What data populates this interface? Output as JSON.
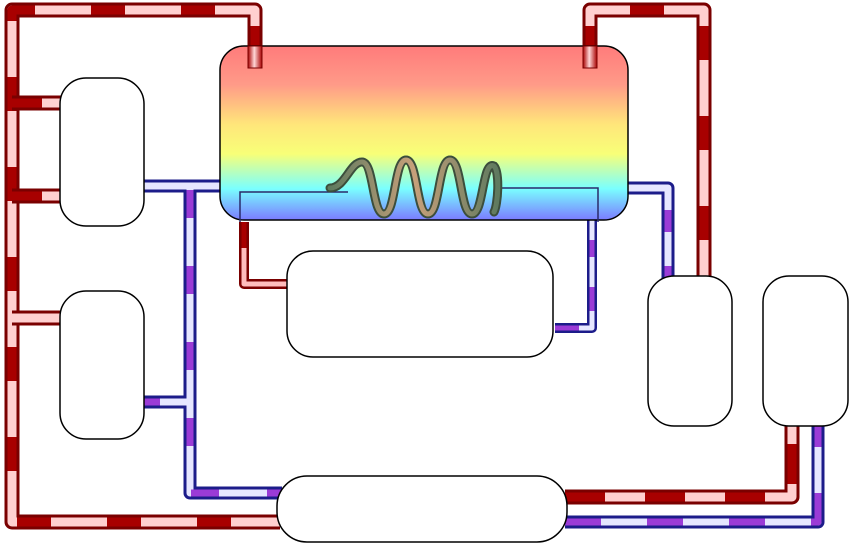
{
  "diagram": {
    "boxes": [
      {
        "id": "box-left-upper",
        "label": ""
      },
      {
        "id": "box-left-lower",
        "label": ""
      },
      {
        "id": "box-center",
        "label": ""
      },
      {
        "id": "box-right-a",
        "label": ""
      },
      {
        "id": "box-right-b",
        "label": ""
      },
      {
        "id": "box-bottom",
        "label": ""
      }
    ],
    "tank": {
      "label": "",
      "gradient": [
        "#ff7b7b",
        "#ff9a88",
        "#ffe67a",
        "#f8ff78",
        "#7affff",
        "#7b7bff"
      ]
    },
    "colors": {
      "hot_dark": "#a80000",
      "hot_light": "#ffd6d6",
      "cold_dark": "#1c1c8a",
      "cold_light": "#e6e6ff",
      "cold_dash": "#9b3bd6",
      "coil_light": "#c7a07a",
      "coil_dark": "#5f7a5f",
      "outline": "#000000"
    }
  }
}
